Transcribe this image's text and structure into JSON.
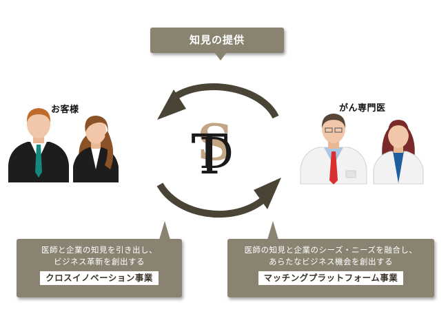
{
  "top_bubble": {
    "text": "知見の提供"
  },
  "customers": {
    "title": "お客様"
  },
  "doctors": {
    "title": "がん専門医"
  },
  "logo": {
    "letters": "TSD"
  },
  "left_bubble": {
    "line1": "医師と企業の知見を引き出し、",
    "line2": "ビジネス革新を創出する",
    "label": "クロスイノベーション事業"
  },
  "right_bubble": {
    "line1": "医師の知見と企業のシーズ・ニーズを融合し、",
    "line2": "あらたなビジネス機会を創出する",
    "label": "マッチングプラットフォーム事業"
  },
  "colors": {
    "bubble": "#8a8372",
    "arrow": "#4a4436",
    "customer_skin": "#f2c6a8",
    "doctor_coat": "#f2f2f2"
  }
}
